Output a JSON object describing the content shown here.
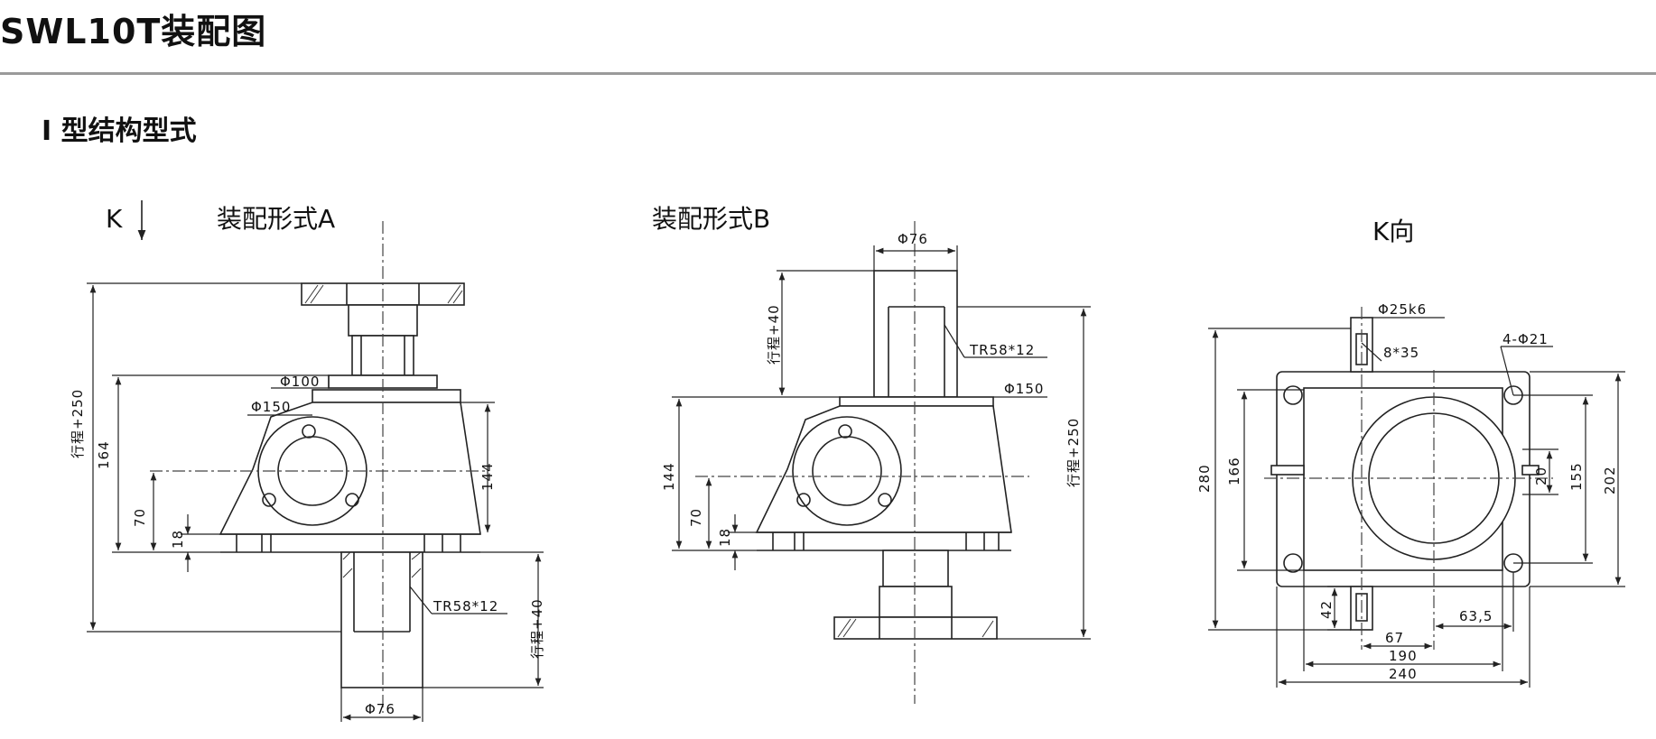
{
  "title": "SWL10T装配图",
  "subtitle": "I 型结构型式",
  "views": {
    "a": {
      "label": "装配形式A",
      "k": "K",
      "dims": {
        "phi100": "Φ100",
        "phi150": "Φ150",
        "stroke250": "行程+250",
        "d164": "164",
        "d144": "144",
        "d70": "70",
        "d18": "18",
        "tr": "TR58*12",
        "stroke40": "行程+40",
        "phi76": "Φ76"
      }
    },
    "b": {
      "label": "装配形式B",
      "dims": {
        "phi76": "Φ76",
        "stroke40": "行程+40",
        "tr": "TR58*12",
        "phi150": "Φ150",
        "d144": "144",
        "d70": "70",
        "d18": "18",
        "stroke250": "行程+250"
      }
    },
    "k": {
      "label": "K向",
      "dims": {
        "phi25": "Φ25k6",
        "key": "8*35",
        "holes": "4-Φ21",
        "d280": "280",
        "d166": "166",
        "d20": "20",
        "d155": "155",
        "d202": "202",
        "d42": "42",
        "d63": "63,5",
        "d67": "67",
        "d190": "190",
        "d240": "240"
      }
    }
  }
}
